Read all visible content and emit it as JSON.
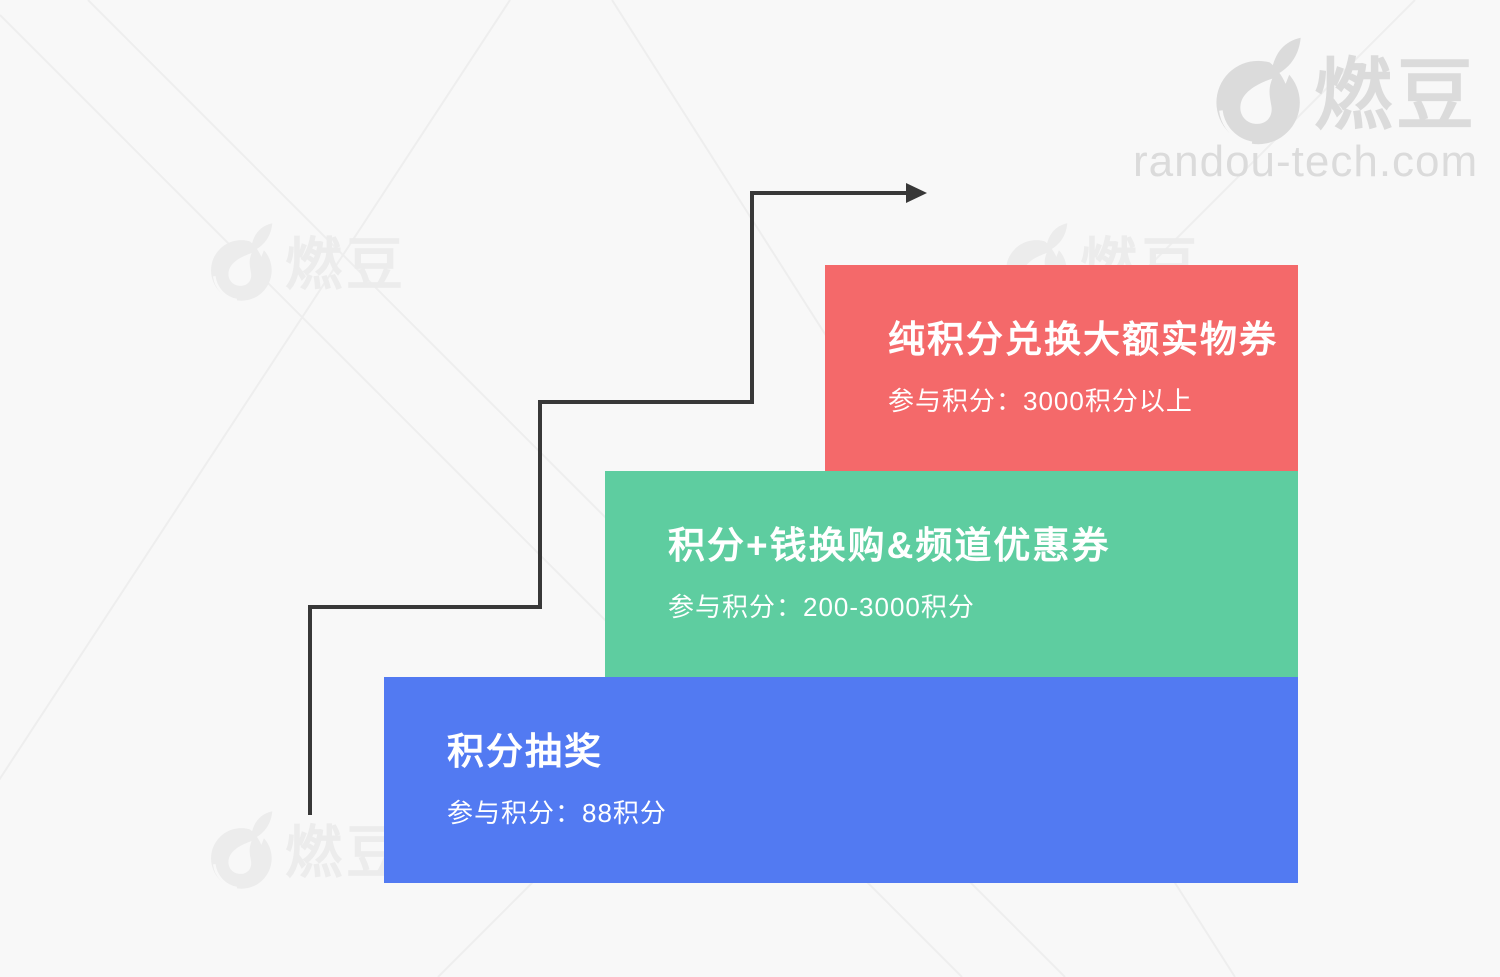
{
  "background_color": "#f8f8f8",
  "brand_watermark": {
    "logo_icon": "randou-flame-drop-logo",
    "brand_name": "燃豆",
    "website": "randou-tech.com",
    "large_color": "#dbdbdb",
    "small_color": "#ececec"
  },
  "flow_arrow": {
    "color": "#383838"
  },
  "steps": [
    {
      "level": 1,
      "title": "积分抽奖",
      "subtitle": "参与积分：88积分",
      "color": "#527af2"
    },
    {
      "level": 2,
      "title": "积分+钱换购&频道优惠券",
      "subtitle": "参与积分：200-3000积分",
      "color": "#5ecda0"
    },
    {
      "level": 3,
      "title": "纯积分兑换大额实物券",
      "subtitle": "参与积分：3000积分以上",
      "color": "#f4696a"
    }
  ]
}
